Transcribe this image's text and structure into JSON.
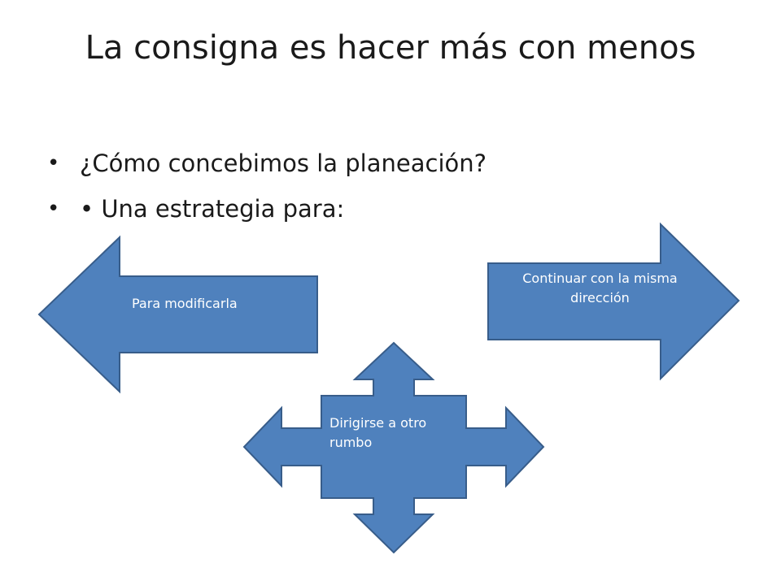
{
  "slide": {
    "title": "La consigna es hacer más con menos",
    "bullets": [
      "¿Cómo concebimos la planeación?",
      "• Una estrategia para:"
    ]
  },
  "diagram": {
    "fill_color": "#4f81bd",
    "stroke_color": "#385d8a",
    "text_color": "#ffffff",
    "left_arrow": {
      "label": "Para modificarla"
    },
    "right_arrow": {
      "label": "Continuar con la misma dirección"
    },
    "cross_arrow": {
      "label": "Dirigirse a otro rumbo"
    }
  }
}
